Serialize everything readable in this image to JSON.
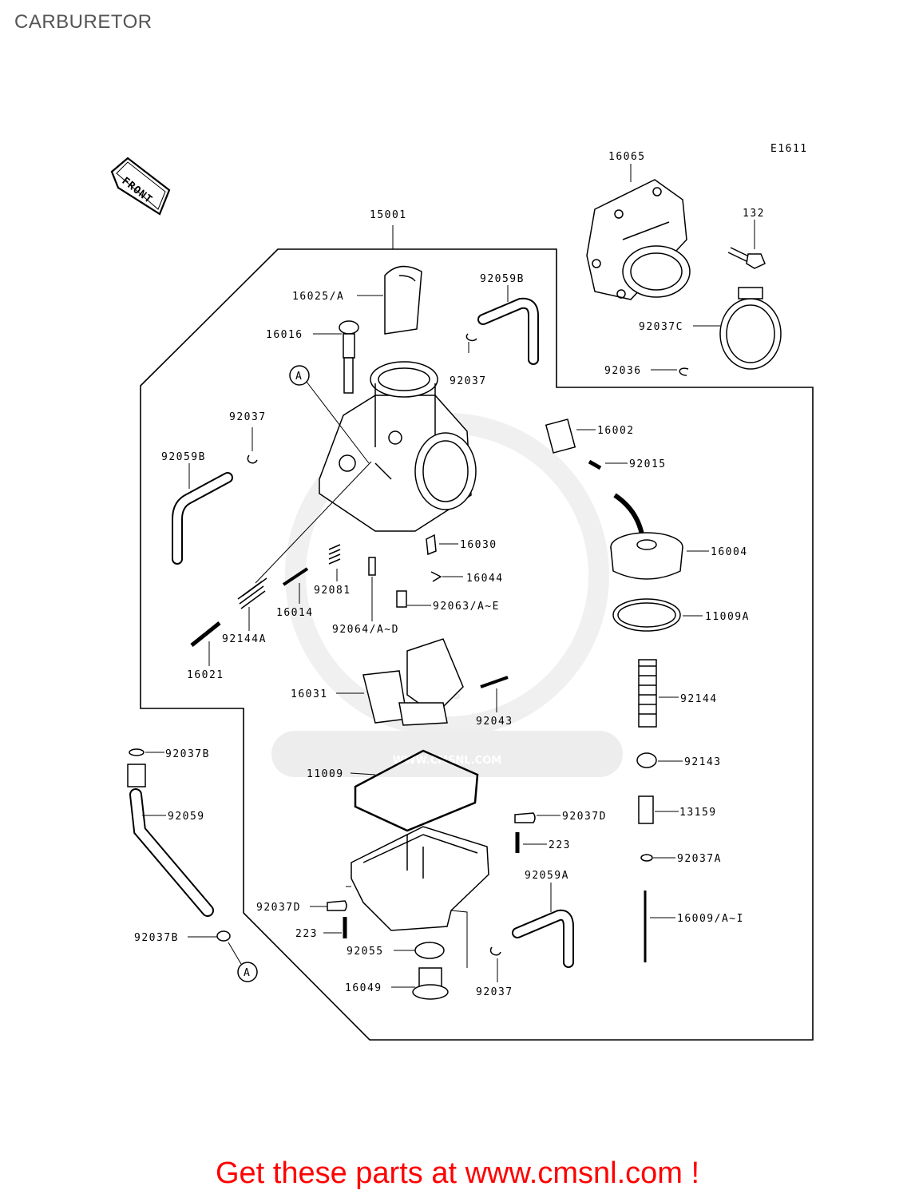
{
  "title": "CARBURETOR",
  "diagram_code": "E1611",
  "front_label": "FRONT",
  "watermark": {
    "brand": "CMS",
    "url": "WWW.CMSNL.COM"
  },
  "callout_ref": "A",
  "part_labels": {
    "p16065": "16065",
    "p132": "132",
    "p15001": "15001",
    "p92059B_top": "92059B",
    "p16025A": "16025/A",
    "p16016": "16016",
    "p92037C": "92037C",
    "p92037_top": "92037",
    "p92036": "92036",
    "p92037_left": "92037",
    "p16002": "16002",
    "p92059B_left": "92059B",
    "p92015": "92015",
    "p16030": "16030",
    "p16004": "16004",
    "p16044": "16044",
    "p92081": "92081",
    "p92063": "92063/A~E",
    "p16014": "16014",
    "p11009A": "11009A",
    "p92064": "92064/A~D",
    "p92144A": "92144A",
    "p16021": "16021",
    "p16031": "16031",
    "p92144": "92144",
    "p92043": "92043",
    "p92037B_top": "92037B",
    "p11009": "11009",
    "p92143": "92143",
    "p92059": "92059",
    "p13159": "13159",
    "p92037D_right": "92037D",
    "p223_right": "223",
    "p92037A": "92037A",
    "p92059A": "92059A",
    "p92037D_left": "92037D",
    "p16009": "16009/A~I",
    "p223_left": "223",
    "p92037B_bot": "92037B",
    "p92055": "92055",
    "p16049": "16049",
    "p92037_bot": "92037"
  },
  "footer": "Get these parts at www.cmsnl.com !"
}
